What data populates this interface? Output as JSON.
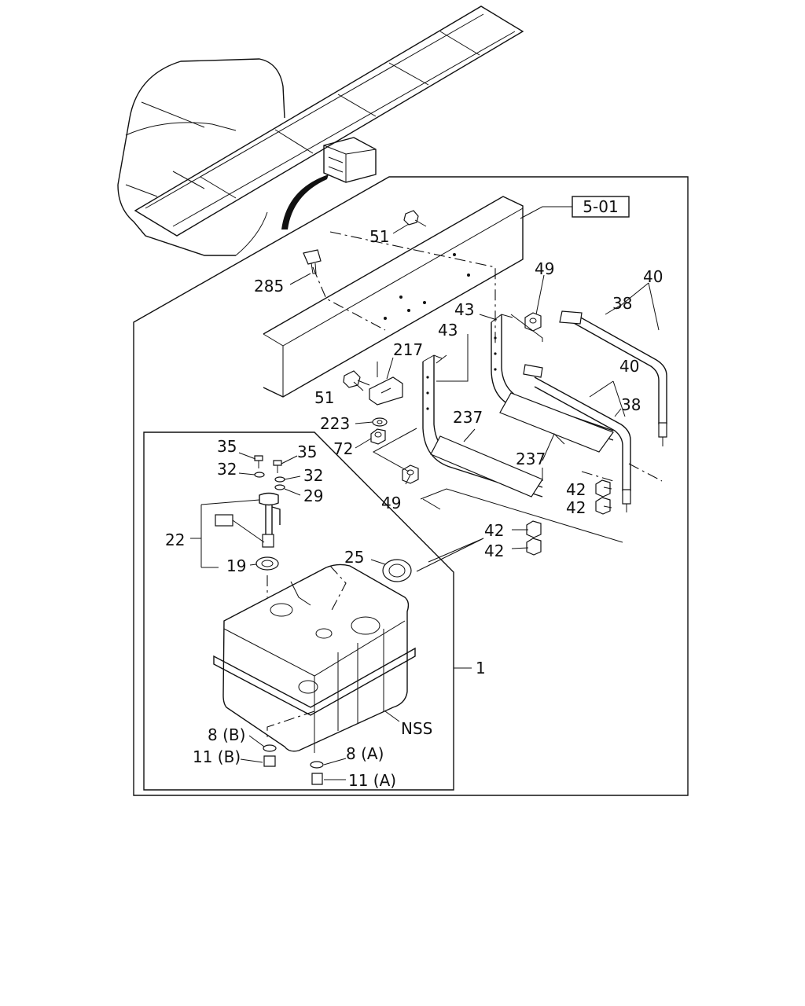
{
  "ref_box": "5-01",
  "callouts": {
    "c51a": "51",
    "c285": "285",
    "c49a": "49",
    "c40a": "40",
    "c38a": "38",
    "c43a": "43",
    "c43b": "43",
    "c217": "217",
    "c40b": "40",
    "c38b": "38",
    "c51b": "51",
    "c223": "223",
    "c237a": "237",
    "c72": "72",
    "c237b": "237",
    "c35a": "35",
    "c35b": "35",
    "c32a": "32",
    "c32b": "32",
    "c29": "29",
    "c49b": "49",
    "c42a": "42",
    "c42b": "42",
    "c42c": "42",
    "c42d": "42",
    "c22": "22",
    "c19": "19",
    "c25": "25",
    "c1": "1",
    "cnss": "NSS",
    "c8b": "8 (B)",
    "c11b": "11 (B)",
    "c8a": "8 (A)",
    "c11a": "11 (A)"
  }
}
